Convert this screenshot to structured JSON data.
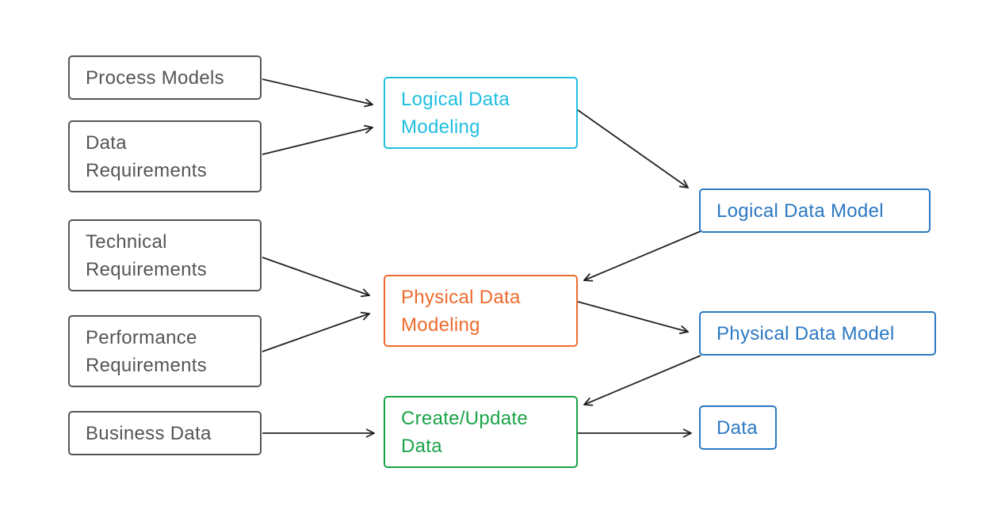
{
  "colors": {
    "gray": "#555555",
    "cyan": "#1fbfe0",
    "orange": "#ee6b2d",
    "green": "#1aa348",
    "blue": "#2b78c2",
    "arrow": "#222222"
  },
  "inputs": {
    "process_models": [
      "Process Models"
    ],
    "data_requirements": [
      "Data",
      "Requirements"
    ],
    "technical_requirements": [
      "Technical",
      "Requirements"
    ],
    "performance_requirements": [
      "Performance",
      "Requirements"
    ],
    "business_data": [
      "Business Data"
    ]
  },
  "processes": {
    "logical_data_modeling": [
      "Logical Data",
      "Modeling"
    ],
    "physical_data_modeling": [
      "Physical Data",
      "Modeling"
    ],
    "create_update_data": [
      "Create/Update",
      "Data"
    ]
  },
  "outputs": {
    "logical_data_model": [
      "Logical Data Model"
    ],
    "physical_data_model": [
      "Physical Data Model"
    ],
    "data": [
      "Data"
    ]
  }
}
